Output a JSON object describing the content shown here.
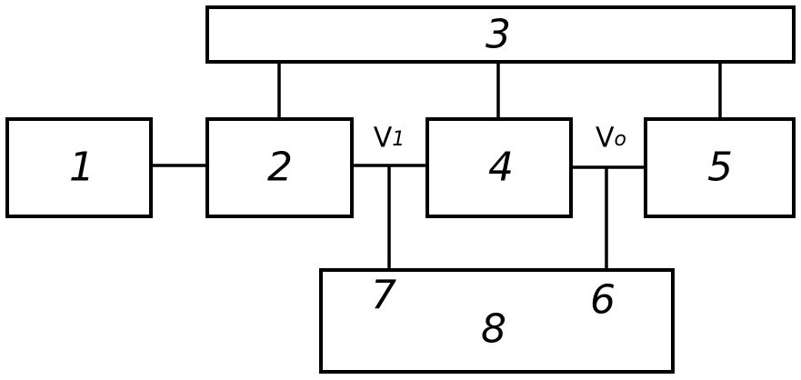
{
  "blocks": {
    "b1": "1",
    "b2": "2",
    "b3": "3",
    "b4": "4",
    "b5": "5",
    "b8": "8"
  },
  "nodes": {
    "n7": "7",
    "n6": "6"
  },
  "signals": {
    "v1": {
      "base": "V",
      "sub": "1"
    },
    "v0": {
      "base": "V",
      "sub": "o"
    }
  }
}
